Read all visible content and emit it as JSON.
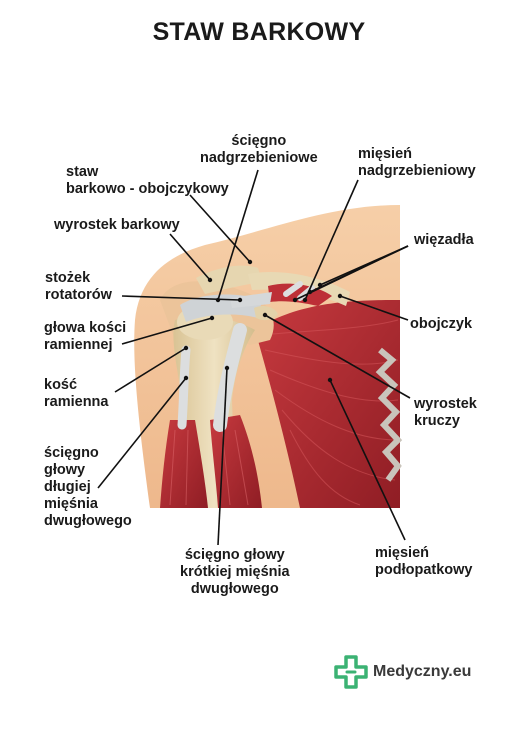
{
  "title": "STAW BARKOWY",
  "labels": {
    "sciegno_nadgrzebieniowe": [
      "ścięgno",
      "nadgrzebieniowe"
    ],
    "miesien_nadgrzebieniowy": [
      "mięsień",
      "nadgrzebieniowy"
    ],
    "staw_barkowo": [
      "staw",
      "barkowo - obojczykowy"
    ],
    "wyrostek_barkowy": [
      "wyrostek barkowy"
    ],
    "wiezadla": [
      "więzadła"
    ],
    "stozek_rotatorow": [
      "stożek",
      "rotatorów"
    ],
    "obojczyk": [
      "obojczyk"
    ],
    "glowa_kosci": [
      "głowa kości",
      "ramiennej"
    ],
    "kosc_ramienna": [
      "kość",
      "ramienna"
    ],
    "wyrostek_kruczy": [
      "wyrostek",
      "kruczy"
    ],
    "sciegno_glowy_dlugiej": [
      "ścięgno",
      "głowy",
      "długiej",
      "mięśnia",
      "dwugłowego"
    ],
    "sciegno_glowy_krotkiej": [
      "ścięgno głowy",
      "krótkiej mięśnia",
      "dwugłowego"
    ],
    "miesien_podlopatkowy": [
      "mięsień",
      "podłopatkowy"
    ]
  },
  "logo": {
    "text": "Medyczny.eu"
  },
  "colors": {
    "skin": "#f3c39b",
    "bone": "#e6d6b0",
    "muscle": "#b5272f",
    "tendon": "#d9dbdc",
    "accent": "#3bb273"
  }
}
